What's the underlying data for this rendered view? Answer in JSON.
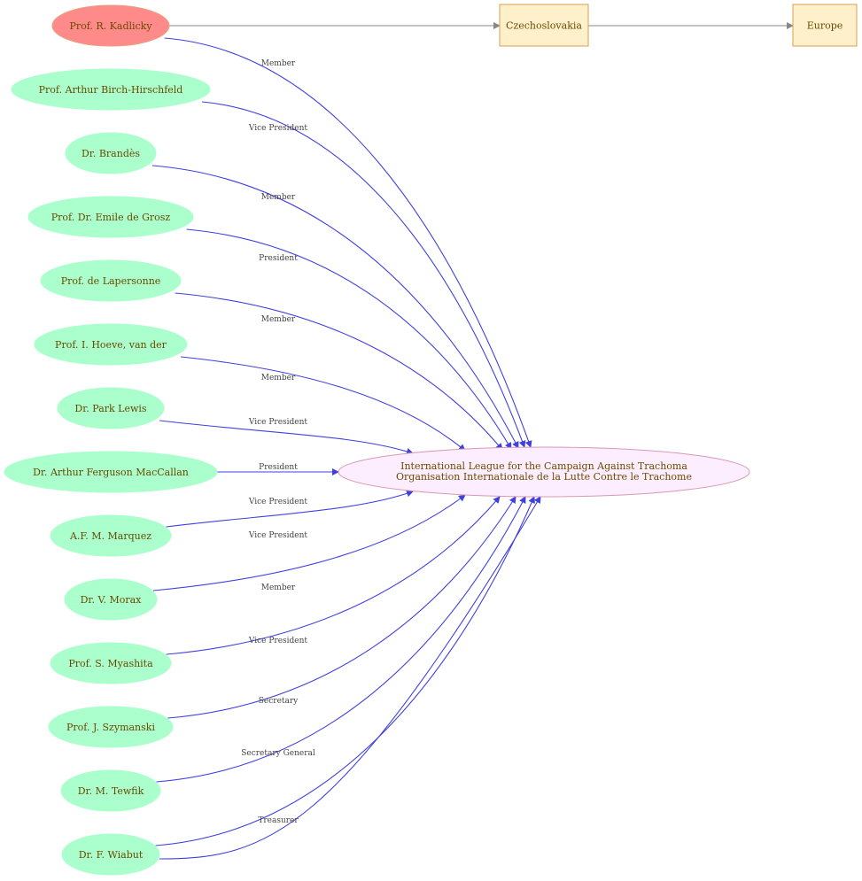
{
  "colors": {
    "person_fill": "#aaffcc",
    "highlight_fill": "#ff8a8a",
    "highlight_stroke": "#e8a080",
    "org_fill": "#fdeeff",
    "org_stroke": "#d898b0",
    "box_fill": "#fff0cc",
    "box_stroke": "#d8a050",
    "member_edge": "#4040e0",
    "chain_edge": "#888888",
    "label_text": "#6b4a00"
  },
  "organization": {
    "line1": "International League for the Campaign Against Trachoma",
    "line2": "Organisation Internationale de la Lutte Contre le Trachome"
  },
  "places": [
    {
      "id": "czechoslovakia",
      "label": "Czechoslovakia"
    },
    {
      "id": "europe",
      "label": "Europe"
    }
  ],
  "people": [
    {
      "id": "kadlicky",
      "name": "Prof. R. Kadlicky",
      "role": "Member",
      "highlight": true
    },
    {
      "id": "birch-hirschfeld",
      "name": "Prof. Arthur Birch-Hirschfeld",
      "role": "Vice President"
    },
    {
      "id": "brandes",
      "name": "Dr. Brandès",
      "role": "Member"
    },
    {
      "id": "de-grosz",
      "name": "Prof. Dr. Emile de Grosz",
      "role": "President"
    },
    {
      "id": "de-lapersonne",
      "name": "Prof. de Lapersonne",
      "role": "Member"
    },
    {
      "id": "hoeve",
      "name": "Prof. I. Hoeve, van der",
      "role": "Member"
    },
    {
      "id": "park-lewis",
      "name": "Dr. Park Lewis",
      "role": "Vice President"
    },
    {
      "id": "maccallan",
      "name": "Dr. Arthur Ferguson MacCallan",
      "role": "President"
    },
    {
      "id": "marquez",
      "name": "A.F. M. Marquez",
      "role": "Vice President"
    },
    {
      "id": "morax",
      "name": "Dr. V. Morax",
      "role": "Vice President"
    },
    {
      "id": "myashita",
      "name": "Prof. S. Myashita",
      "role": "Member"
    },
    {
      "id": "szymanski",
      "name": "Prof. J. Szymanski",
      "role": "Vice President"
    },
    {
      "id": "tewfik",
      "name": "Dr. M. Tewfik",
      "role": "Secretary"
    },
    {
      "id": "wiabut",
      "name": "Dr. F. Wiabut",
      "role": "Secretary General"
    }
  ],
  "extra_edge_labels": [
    "Treasurer"
  ]
}
